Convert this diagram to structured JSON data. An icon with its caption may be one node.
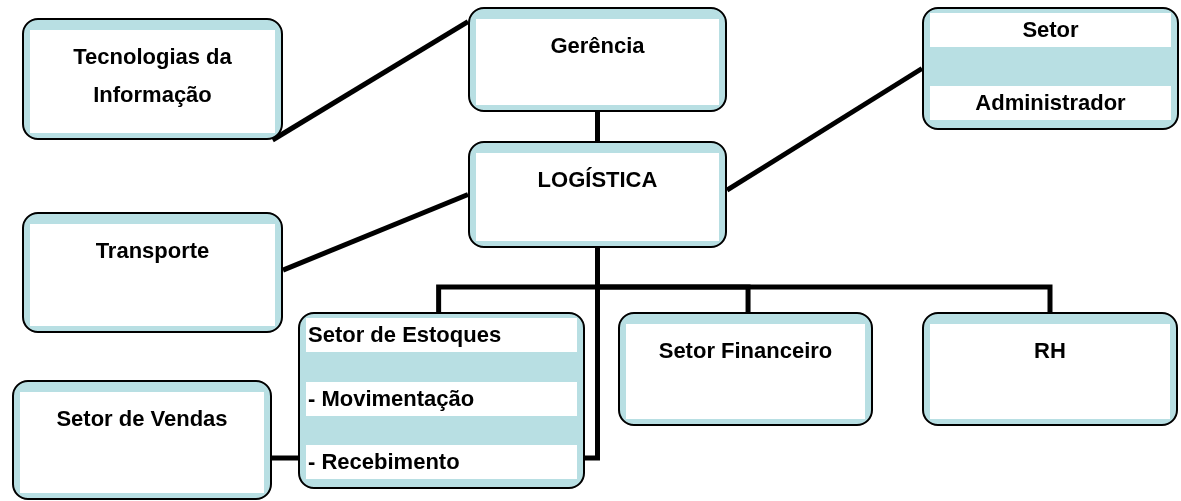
{
  "diagram": {
    "nodes": [
      {
        "text": [
          "Tecnologias da Informação"
        ]
      },
      {
        "text": [
          "Gerência"
        ]
      },
      {
        "text": [
          "Setor",
          "Administrador"
        ]
      },
      {
        "text": [
          "LOGÍSTICA"
        ]
      },
      {
        "text": [
          "Transporte"
        ]
      },
      {
        "text": [
          "Setor de Estoques",
          "- Movimentação",
          "- Recebimento"
        ]
      },
      {
        "text": [
          "Setor Financeiro"
        ]
      },
      {
        "text": [
          "RH"
        ]
      },
      {
        "text": [
          "Setor de Vendas"
        ]
      }
    ],
    "edges": [
      {
        "from": 0,
        "to": 1,
        "arrow": "none"
      },
      {
        "from": 1,
        "to": 3,
        "arrow": "none"
      },
      {
        "from": 3,
        "to": 2,
        "arrow": "none"
      },
      {
        "from": 3,
        "to": 4,
        "arrow": "none"
      },
      {
        "from": 3,
        "to": 5,
        "arrow": "none"
      },
      {
        "from": 3,
        "to": 6,
        "arrow": "none"
      },
      {
        "from": 3,
        "to": 7,
        "arrow": "none"
      },
      {
        "from": 3,
        "to": 5,
        "arrow": "none"
      },
      {
        "from": 8,
        "to": 5,
        "arrow": "none"
      }
    ]
  }
}
